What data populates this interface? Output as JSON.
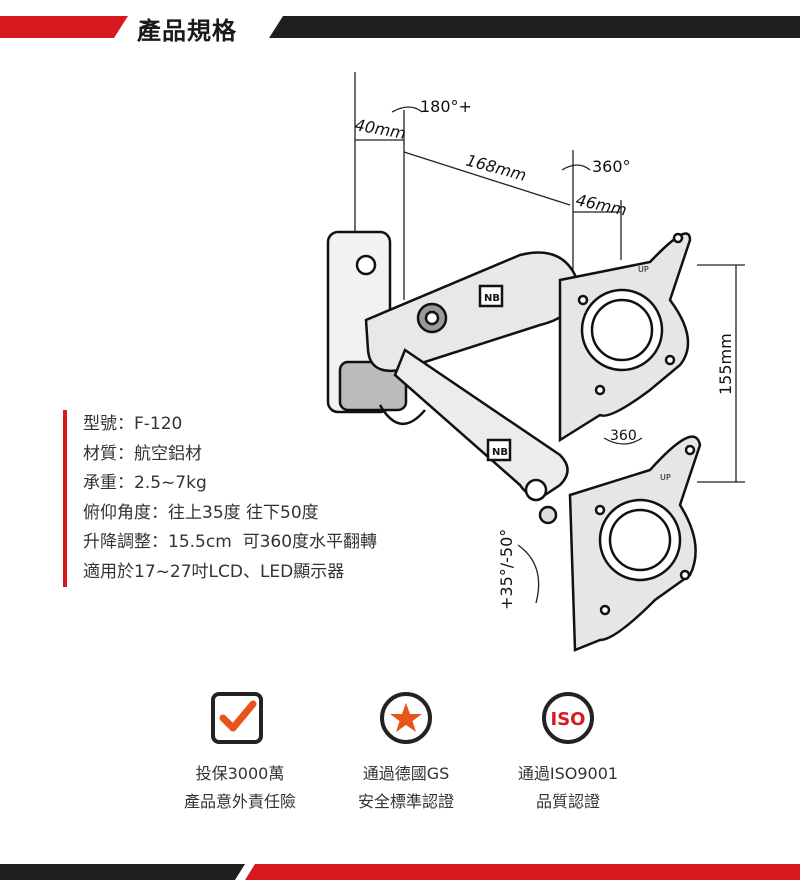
{
  "header": {
    "title": "產品規格"
  },
  "specs": [
    "型號：F-120",
    "材質：航空鋁材",
    "承重：2.5~7kg",
    "俯仰角度：往上35度 往下50度",
    "升降調整：15.5cm  可360度水平翻轉",
    "適用於17~27吋LCD、LED顯示器"
  ],
  "diagram": {
    "dim_rotation_180": "180°+",
    "dim_40mm": "40mm",
    "dim_168mm": "168mm",
    "dim_rotation_360": "360°",
    "dim_46mm": "46mm",
    "dim_155mm": "155mm",
    "dim_tilt": "+35°/-50°",
    "dim_360_bottom": "360",
    "plate_label": "UP",
    "logo_text": "NB"
  },
  "badges": [
    {
      "icon": "check-icon",
      "line1": "投保3000萬",
      "line2": "產品意外責任險"
    },
    {
      "icon": "star-icon",
      "line1": "通過德國GS",
      "line2": "安全標準認證"
    },
    {
      "icon": "iso-icon",
      "icon_text": "ISO",
      "line1": "通過ISO9001",
      "line2": "品質認證"
    }
  ],
  "colors": {
    "accent": "#d7191f",
    "dark": "#1a1a1a",
    "text": "#333333"
  }
}
